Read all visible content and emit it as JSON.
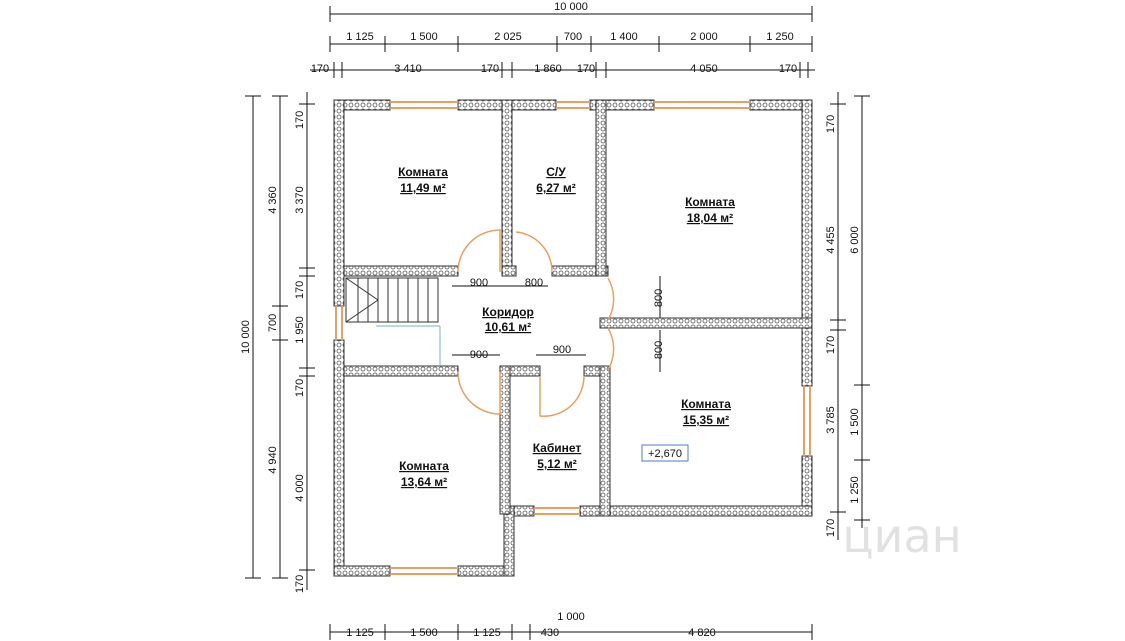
{
  "dims": {
    "top_total": "10 000",
    "top_row1": [
      "1 125",
      "1 500",
      "2 025",
      "700",
      "1 400",
      "2 000",
      "1 250"
    ],
    "top_row2": [
      "170",
      "3 410",
      "170",
      "1 860",
      "170",
      "4 050",
      "170"
    ],
    "bottom_total": "1 000",
    "bottom_row": [
      "1 125",
      "1 500",
      "1 125",
      "430",
      "4 820"
    ],
    "left_total": "10 000",
    "left_row1": [
      "4 360",
      "700",
      "4 940"
    ],
    "left_row2": [
      "170",
      "3 370",
      "170",
      "1 950",
      "170",
      "4 000",
      "170"
    ],
    "right_row1": [
      "4 455",
      "3 785"
    ],
    "right_row2": [
      "6 000",
      "1 500",
      "1 250"
    ],
    "right_row3": [
      "170",
      "170",
      "170"
    ],
    "doors": [
      "900",
      "800",
      "900",
      "900",
      "800",
      "800"
    ]
  },
  "rooms": [
    {
      "name": "Комната",
      "area": "11,49 м²"
    },
    {
      "name": "С/У",
      "area": "6,27 м²"
    },
    {
      "name": "Комната",
      "area": "18,04 м²"
    },
    {
      "name": "Коридор",
      "area": "10,61 м²"
    },
    {
      "name": "Комната",
      "area": "15,35 м²"
    },
    {
      "name": "Кабинет",
      "area": "5,12 м²"
    },
    {
      "name": "Комната",
      "area": "13,64 м²"
    }
  ],
  "level_mark": "+2,670",
  "watermark": "циан"
}
